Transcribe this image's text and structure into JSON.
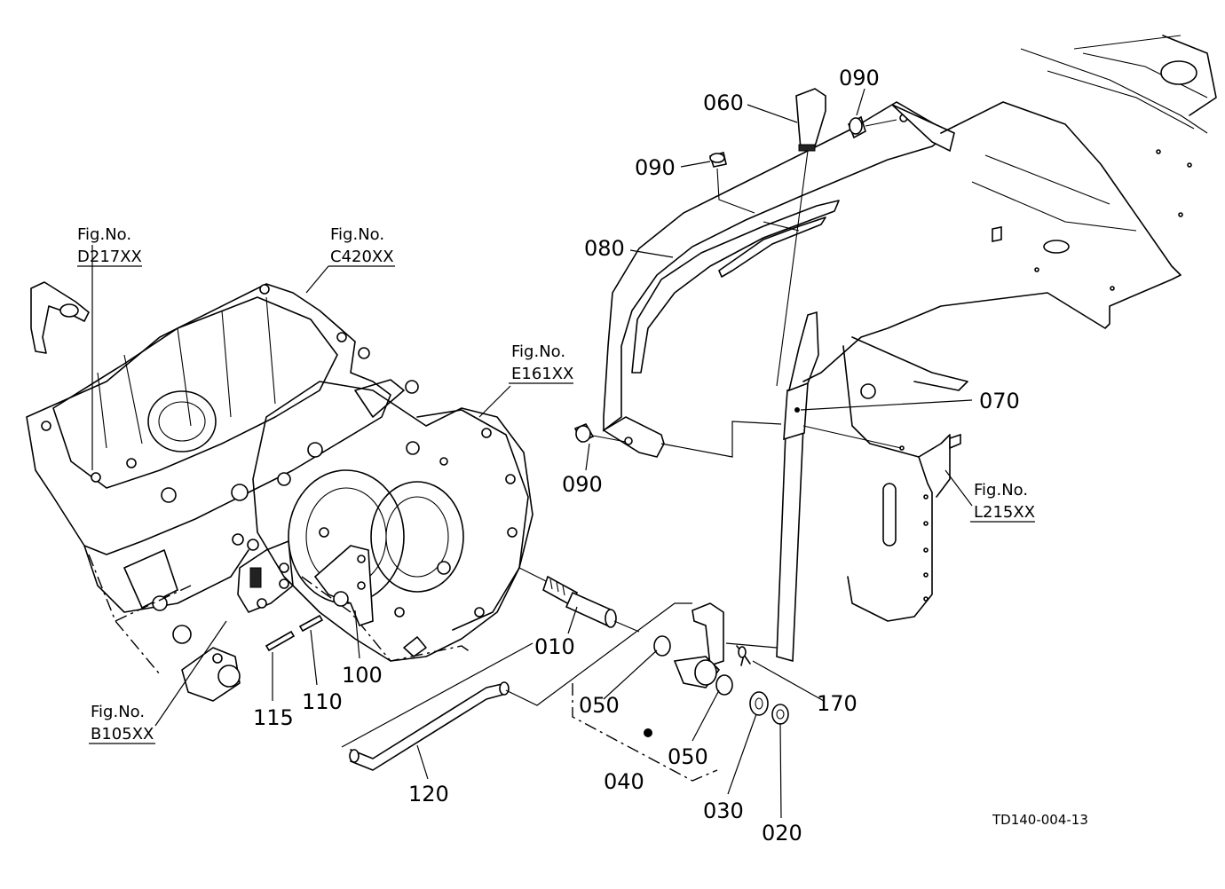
{
  "drawing_code": "TD140-004-13",
  "fig_refs": [
    {
      "line1": "Fig.No.",
      "line2": "D217XX"
    },
    {
      "line1": "Fig.No.",
      "line2": "C420XX"
    },
    {
      "line1": "Fig.No.",
      "line2": "E161XX"
    },
    {
      "line1": "Fig.No.",
      "line2": "L215XX"
    },
    {
      "line1": "Fig.No.",
      "line2": "B105XX"
    }
  ],
  "callouts": [
    {
      "label": "060"
    },
    {
      "label": "090"
    },
    {
      "label": "090"
    },
    {
      "label": "080"
    },
    {
      "label": "070"
    },
    {
      "label": "090"
    },
    {
      "label": "010"
    },
    {
      "label": "100"
    },
    {
      "label": "110"
    },
    {
      "label": "115"
    },
    {
      "label": "120"
    },
    {
      "label": "050"
    },
    {
      "label": "050"
    },
    {
      "label": "040"
    },
    {
      "label": "030"
    },
    {
      "label": "020"
    },
    {
      "label": "170"
    }
  ]
}
